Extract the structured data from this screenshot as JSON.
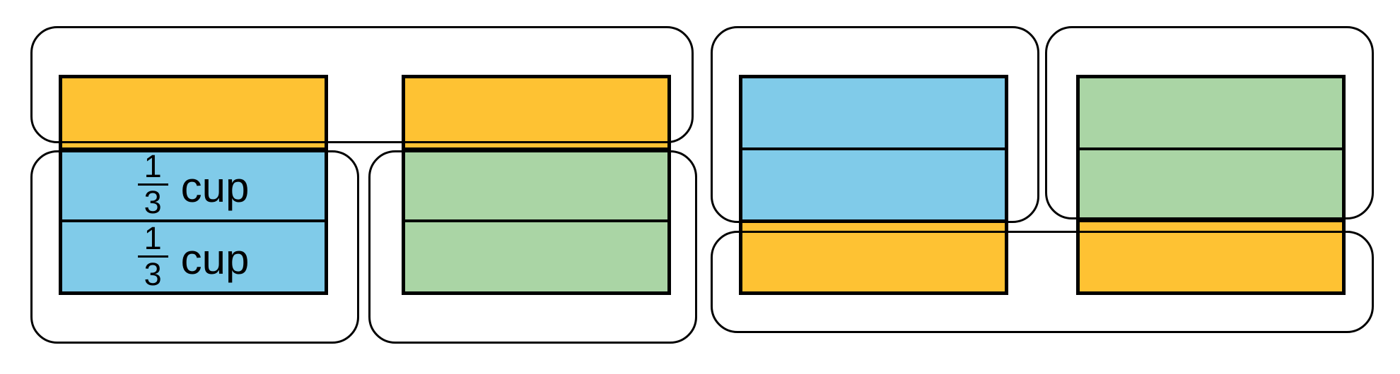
{
  "figure": {
    "type": "fraction-tape-diagram",
    "bars": [
      {
        "id": "bar-1",
        "sections": [
          {
            "color": "yellow"
          },
          {
            "color": "blue",
            "label": {
              "numerator": "1",
              "denominator": "3",
              "unit": "cup"
            }
          },
          {
            "color": "blue",
            "label": {
              "numerator": "1",
              "denominator": "3",
              "unit": "cup"
            }
          }
        ]
      },
      {
        "id": "bar-2",
        "sections": [
          {
            "color": "yellow"
          },
          {
            "color": "green"
          },
          {
            "color": "green"
          }
        ]
      },
      {
        "id": "bar-3",
        "sections": [
          {
            "color": "blue"
          },
          {
            "color": "blue"
          },
          {
            "color": "yellow"
          }
        ]
      },
      {
        "id": "bar-4",
        "sections": [
          {
            "color": "green"
          },
          {
            "color": "green"
          },
          {
            "color": "yellow"
          }
        ]
      }
    ],
    "groups": [
      {
        "id": "outline-a",
        "encloses": "top yellow third of bar 1 and bar 2"
      },
      {
        "id": "outline-b",
        "encloses": "lower two blue thirds of bar 1"
      },
      {
        "id": "outline-c",
        "encloses": "lower two green thirds of bar 2"
      },
      {
        "id": "outline-d",
        "encloses": "upper two blue thirds of bar 3"
      },
      {
        "id": "outline-e",
        "encloses": "upper two green thirds of bar 4"
      },
      {
        "id": "outline-f",
        "encloses": "bottom yellow third of bar 3 and bar 4"
      }
    ]
  },
  "colors": {
    "yellow": "#FEC233",
    "blue": "#80CBE9",
    "green": "#AAD5A5",
    "line": "#000000",
    "background": "#FFFFFF"
  }
}
